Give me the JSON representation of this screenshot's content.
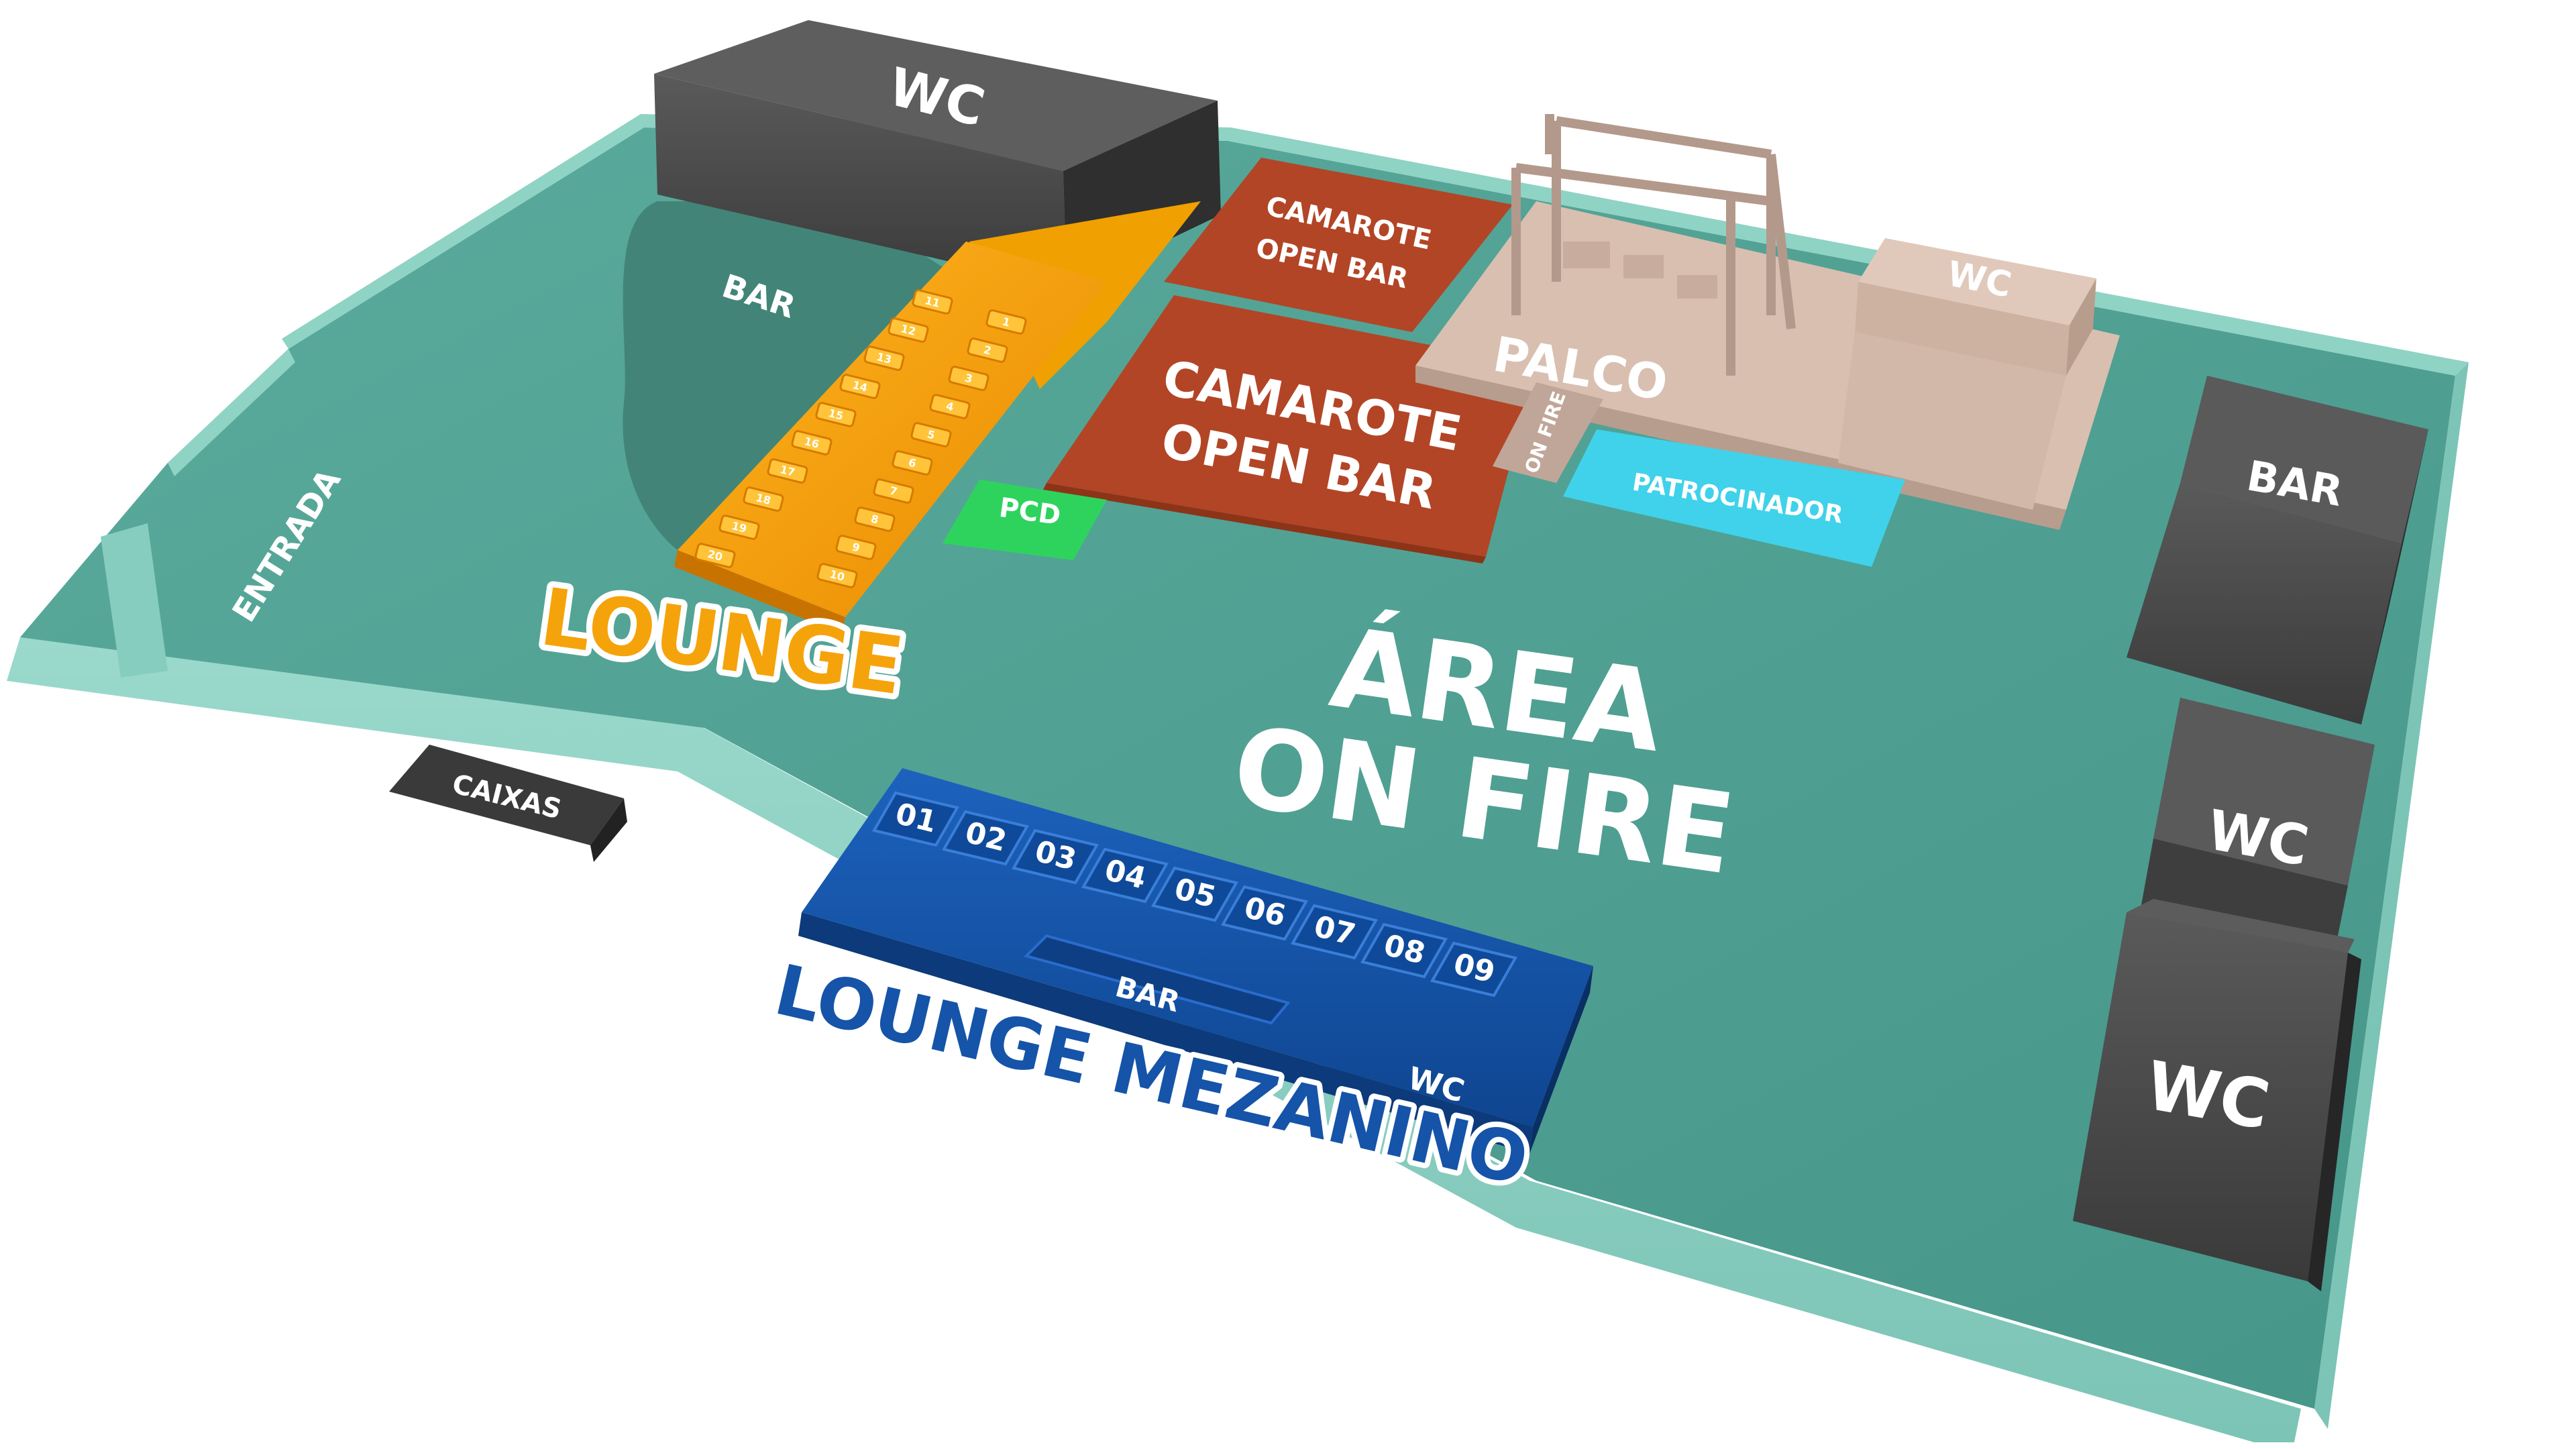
{
  "colors": {
    "floor": "#4f9e90",
    "wall": "#86cdbf",
    "block": "#4a4a4a",
    "block_top": "#5c5c5c",
    "camarote": "#b24526",
    "palco": "#cdb2a2",
    "lounge": "#f5a30b",
    "lounge_dark": "#e08300",
    "mezanino": "#1554a8",
    "mezanino_dark": "#0e3f85",
    "patrocinador": "#3fd2ea",
    "pcd": "#2ed35e",
    "text_white": "#ffffff"
  },
  "labels": {
    "wc_top": "WC",
    "bar_left": "BAR",
    "camarote_1": [
      "CAMAROTE",
      "OPEN BAR"
    ],
    "camarote_2": [
      "CAMAROTE",
      "OPEN BAR"
    ],
    "palco": "PALCO",
    "wc_stage": "WC",
    "on_fire": "ON FIRE",
    "patrocinador": "PATROCINADOR",
    "pcd": "PCD",
    "entrada": "ENTRADA",
    "lounge": "LOUNGE",
    "area": [
      "ÁREA",
      "ON FIRE"
    ],
    "caixas": "CAIXAS",
    "bar_right": "BAR",
    "wc_right_1": "WC",
    "wc_right_2": "WC",
    "mezanino_title": "LOUNGE MEZANINO",
    "mezanino_bar": "BAR",
    "mezanino_wc": "WC"
  },
  "mezanino_boxes": [
    "01",
    "02",
    "03",
    "04",
    "05",
    "06",
    "07",
    "08",
    "09"
  ],
  "lounge_tables": [
    "1",
    "2",
    "3",
    "4",
    "5",
    "6",
    "7",
    "8",
    "9",
    "10",
    "11",
    "12",
    "13",
    "14",
    "15",
    "16",
    "17",
    "18",
    "19",
    "20"
  ]
}
